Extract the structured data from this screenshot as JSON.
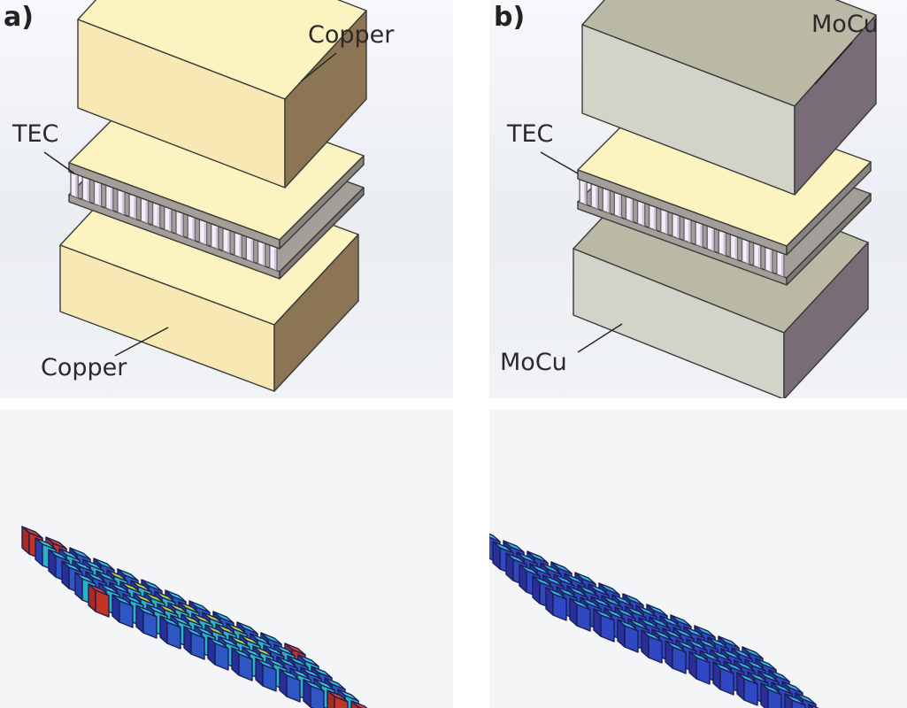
{
  "panel_a": {
    "letter": "a)",
    "top_block_label": "Copper",
    "tec_label": "TEC",
    "bottom_block_label": "Copper",
    "block_material": "copper",
    "block_colors": {
      "top": "#fbf4c0",
      "front": "#f8e8b4",
      "side": "#8c7554"
    }
  },
  "panel_b": {
    "letter": "b)",
    "top_block_label": "MoCu",
    "tec_label": "TEC",
    "bottom_block_label": "MoCu",
    "block_material": "MoCu",
    "block_colors": {
      "top": "#b9b9a6",
      "front": "#d3d4c9",
      "side": "#786c77"
    }
  },
  "tec_colors": {
    "plate_top": "#fbf4c0",
    "plate_edge": "#a49e98",
    "leg": "#f4eef8",
    "leg_shadow": "#cfc3da"
  },
  "thermal_maps": [
    {
      "panel": "a",
      "colormap": "hot-spots at array corners and center"
    },
    {
      "panel": "b",
      "colormap": "uniform low (blue) across array"
    }
  ]
}
